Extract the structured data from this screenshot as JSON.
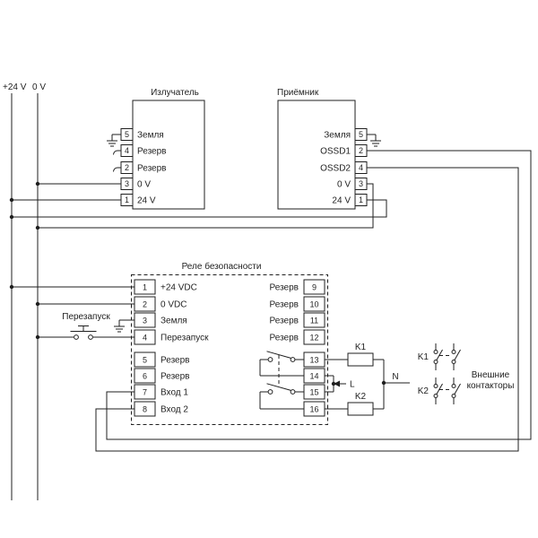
{
  "rails": {
    "v24": "+24 V",
    "v0": "0 V"
  },
  "emitter": {
    "title": "Излучатель",
    "pins": [
      {
        "num": "5",
        "label": "Земля"
      },
      {
        "num": "4",
        "label": "Резерв"
      },
      {
        "num": "2",
        "label": "Резерв"
      },
      {
        "num": "3",
        "label": "0 V"
      },
      {
        "num": "1",
        "label": "24 V"
      }
    ]
  },
  "receiver": {
    "title": "Приёмник",
    "pins": [
      {
        "num": "5",
        "label": "Земля"
      },
      {
        "num": "2",
        "label": "OSSD1"
      },
      {
        "num": "4",
        "label": "OSSD2"
      },
      {
        "num": "3",
        "label": "0 V"
      },
      {
        "num": "1",
        "label": "24 V"
      }
    ]
  },
  "relay": {
    "title": "Реле безопасности",
    "left_pins": [
      {
        "num": "1",
        "label": "+24 VDC"
      },
      {
        "num": "2",
        "label": "0 VDC"
      },
      {
        "num": "3",
        "label": "Земля"
      },
      {
        "num": "4",
        "label": "Перезапуск"
      },
      {
        "num": "5",
        "label": "Резерв"
      },
      {
        "num": "6",
        "label": "Резерв"
      },
      {
        "num": "7",
        "label": "Вход 1"
      },
      {
        "num": "8",
        "label": "Вход 2"
      }
    ],
    "right_pins": [
      {
        "num": "9",
        "label": "Резерв"
      },
      {
        "num": "10",
        "label": "Резерв"
      },
      {
        "num": "11",
        "label": "Резерв"
      },
      {
        "num": "12",
        "label": "Резерв"
      },
      {
        "num": "13",
        "label": ""
      },
      {
        "num": "14",
        "label": ""
      },
      {
        "num": "15",
        "label": ""
      },
      {
        "num": "16",
        "label": ""
      }
    ]
  },
  "restart": {
    "label": "Перезапуск"
  },
  "coils": {
    "k1": "K1",
    "k2": "K2"
  },
  "supply": {
    "line": "L",
    "neutral": "N"
  },
  "contactors": {
    "k1": "K1",
    "k2": "K2",
    "caption_line1": "Внешние",
    "caption_line2": "контакторы"
  },
  "colors": {
    "wire": "#1f1f1f",
    "background": "#ffffff"
  }
}
